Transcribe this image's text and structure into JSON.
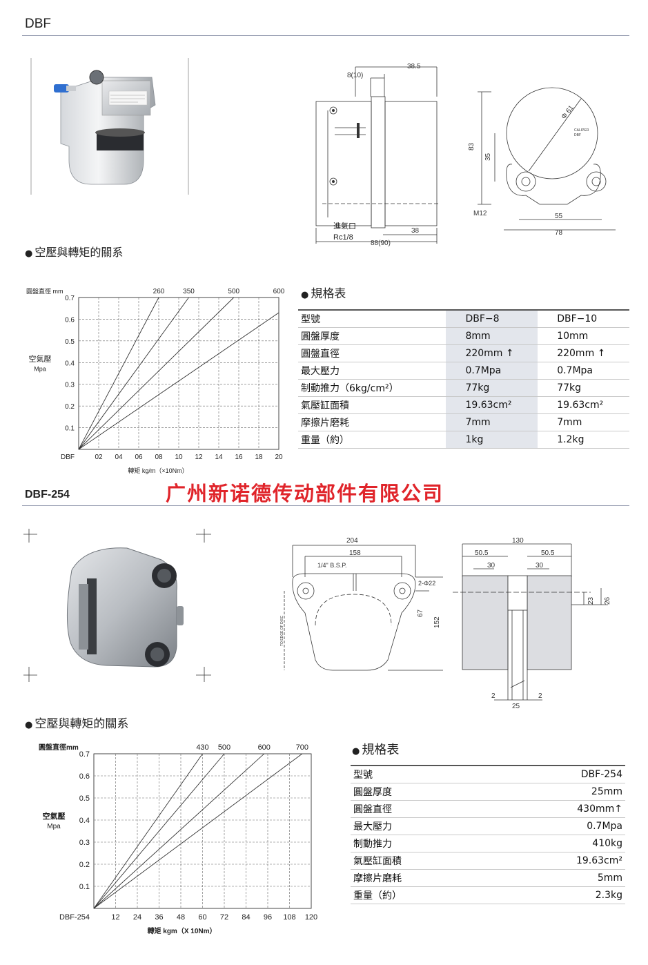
{
  "page": {
    "top_model": "DBF",
    "company": "广州新诺德传动部件有限公司",
    "second_model": "DBF-254"
  },
  "sections": {
    "relation_title": "空壓與轉矩的關系",
    "spec_title": "規格表"
  },
  "dbf": {
    "drawing_labels": {
      "d1": "8(10)",
      "d2": "38.5",
      "d3": "進氣口",
      "d4": "Rc1/8",
      "d5": "38",
      "d6": "88(90)",
      "d7": "83",
      "d8": "35",
      "d9": "Φ 61",
      "d10": "CALIPER",
      "d11": "DBF",
      "d12": "M12",
      "d13": "55",
      "d14": "78"
    },
    "spec": {
      "headers": [
        "型號",
        "DBF−8",
        "DBF−10"
      ],
      "rows": [
        [
          "圓盤厚度",
          "8mm",
          "10mm"
        ],
        [
          "圓盤直徑",
          "220mm ↑",
          "220mm ↑"
        ],
        [
          "最大壓力",
          "0.7Mpa",
          "0.7Mpa"
        ],
        [
          "制動推力（6kg/cm²）",
          "77kg",
          "77kg"
        ],
        [
          "氣壓缸面積",
          "19.63cm²",
          "19.63cm²"
        ],
        [
          "摩擦片磨耗",
          "7mm",
          "7mm"
        ],
        [
          "重量（約）",
          "1kg",
          "1.2kg"
        ]
      ]
    }
  },
  "dbf254": {
    "drawing_labels": {
      "e1": "204",
      "e2": "158",
      "e3": "1/4\" B.S.P.",
      "e4": "2-Φ22",
      "e5": "67",
      "e6": "152",
      "e7": "TO EDGE OF DISC",
      "e8": "130",
      "e9": "50.5",
      "e10": "50.5",
      "e11": "30",
      "e12": "30",
      "e13": "23",
      "e14": "26",
      "e15": "2",
      "e16": "2",
      "e17": "25"
    },
    "spec": {
      "headers": [
        "型號",
        "DBF-254"
      ],
      "rows": [
        [
          "圓盤厚度",
          "25mm"
        ],
        [
          "圓盤直徑",
          "430mm↑"
        ],
        [
          "最大壓力",
          "0.7Mpa"
        ],
        [
          "制動推力",
          "410kg"
        ],
        [
          "氣壓缸面積",
          "19.63cm²"
        ],
        [
          "摩擦片磨耗",
          "5mm"
        ],
        [
          "重量（約）",
          "2.3kg"
        ]
      ]
    }
  },
  "chart_data": [
    {
      "type": "line",
      "title": "",
      "disc_label": "圓盤直徑  mm",
      "ylabel": "空氣壓",
      "yunit": "Mpa",
      "xlabel": "轉矩  kg/m（×10Nm）",
      "x_origin_label": "DBF",
      "xticks": [
        "02",
        "04",
        "06",
        "08",
        "10",
        "12",
        "14",
        "16",
        "18",
        "20"
      ],
      "yticks": [
        "0.1",
        "0.2",
        "0.3",
        "0.4",
        "0.5",
        "0.6",
        "0.7"
      ],
      "xlim": [
        0,
        20
      ],
      "ylim": [
        0,
        0.7
      ],
      "grid": true,
      "series": [
        {
          "name": "260",
          "x": [
            0,
            8
          ],
          "y": [
            0,
            0.7
          ]
        },
        {
          "name": "350",
          "x": [
            0,
            11
          ],
          "y": [
            0,
            0.7
          ]
        },
        {
          "name": "500",
          "x": [
            0,
            15.5
          ],
          "y": [
            0,
            0.7
          ]
        },
        {
          "name": "600",
          "x": [
            0,
            20
          ],
          "y": [
            0,
            0.63
          ]
        }
      ]
    },
    {
      "type": "line",
      "title": "",
      "disc_label": "圓盤直徑mm",
      "ylabel": "空氣壓",
      "yunit": "Mpa",
      "xlabel": "轉矩  kgm（X 10Nm）",
      "x_origin_label": "DBF-254",
      "xticks": [
        "12",
        "24",
        "36",
        "48",
        "60",
        "72",
        "84",
        "96",
        "108",
        "120"
      ],
      "yticks": [
        "0.1",
        "0.2",
        "0.3",
        "0.4",
        "0.5",
        "0.6",
        "0.7"
      ],
      "xlim": [
        0,
        120
      ],
      "ylim": [
        0,
        0.7
      ],
      "grid": true,
      "series": [
        {
          "name": "430",
          "x": [
            0,
            60
          ],
          "y": [
            0,
            0.7
          ]
        },
        {
          "name": "500",
          "x": [
            0,
            72
          ],
          "y": [
            0,
            0.7
          ]
        },
        {
          "name": "600",
          "x": [
            0,
            94
          ],
          "y": [
            0,
            0.7
          ]
        },
        {
          "name": "700",
          "x": [
            0,
            115
          ],
          "y": [
            0,
            0.7
          ]
        }
      ]
    }
  ]
}
